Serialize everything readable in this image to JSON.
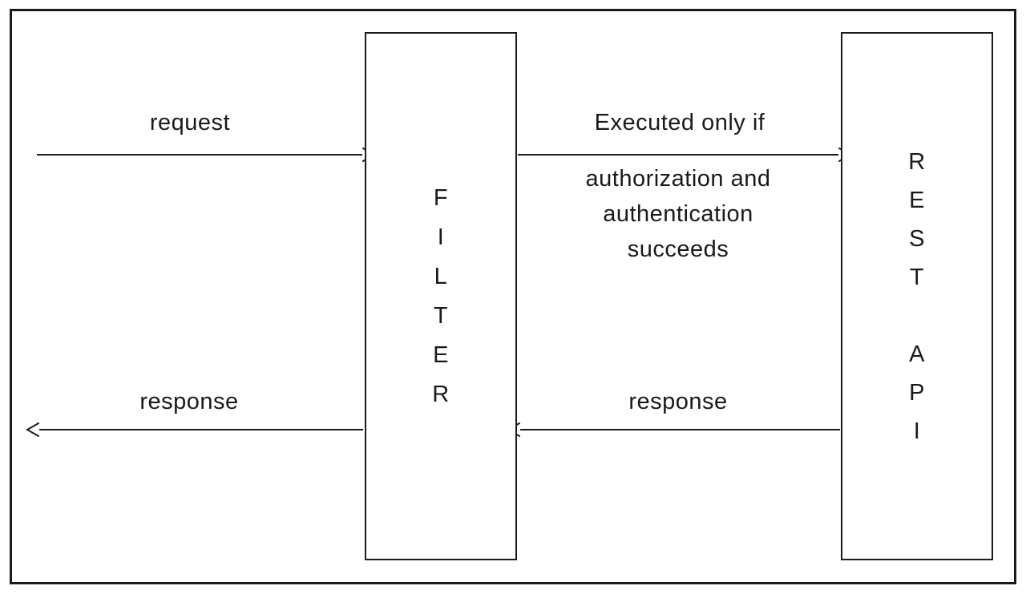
{
  "diagram": {
    "type": "flow-diagram",
    "colors": {
      "ink": "#1a1a1a",
      "background": "#ffffff"
    },
    "boxes": {
      "filter": {
        "label": "FILTER"
      },
      "rest_api": {
        "label": "REST API"
      }
    },
    "arrows": {
      "request": {
        "label": "request",
        "direction": "right",
        "from": "client",
        "to": "filter"
      },
      "executed": {
        "label_above": "Executed only if",
        "label_below": "authorization and\nauthentication\nsucceeds",
        "direction": "right",
        "from": "filter",
        "to": "rest_api"
      },
      "response_mid": {
        "label": "response",
        "direction": "left",
        "from": "rest_api",
        "to": "filter"
      },
      "response_out": {
        "label": "response",
        "direction": "left",
        "from": "filter",
        "to": "client"
      }
    }
  }
}
